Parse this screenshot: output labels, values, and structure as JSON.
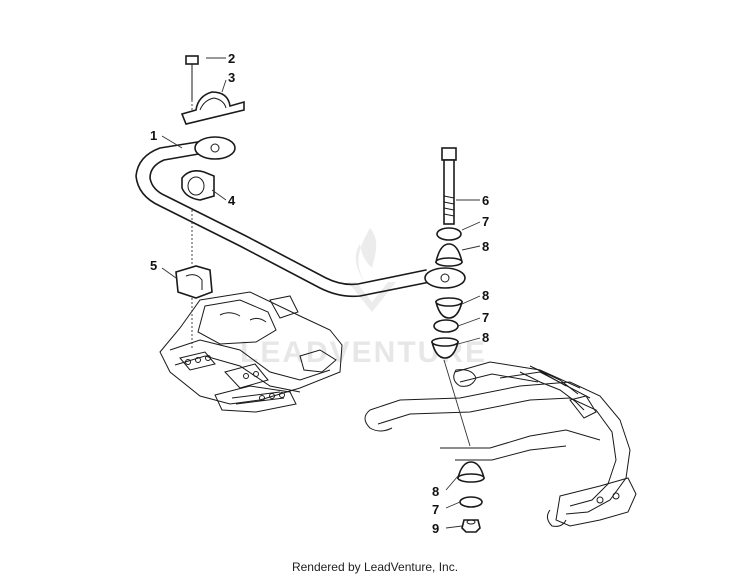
{
  "callouts": [
    {
      "id": "c2",
      "label": "2"
    },
    {
      "id": "c3",
      "label": "3"
    },
    {
      "id": "c1",
      "label": "1"
    },
    {
      "id": "c4",
      "label": "4"
    },
    {
      "id": "c5",
      "label": "5"
    },
    {
      "id": "c6",
      "label": "6"
    },
    {
      "id": "c7a",
      "label": "7"
    },
    {
      "id": "c8a",
      "label": "8"
    },
    {
      "id": "c8b",
      "label": "8"
    },
    {
      "id": "c7b",
      "label": "7"
    },
    {
      "id": "c8c",
      "label": "8"
    },
    {
      "id": "c8d",
      "label": "8"
    },
    {
      "id": "c7c",
      "label": "7"
    },
    {
      "id": "c9",
      "label": "9"
    }
  ],
  "watermark": {
    "text": "LEADVENTURE"
  },
  "footer": {
    "text": "Rendered by LeadVenture, Inc."
  }
}
